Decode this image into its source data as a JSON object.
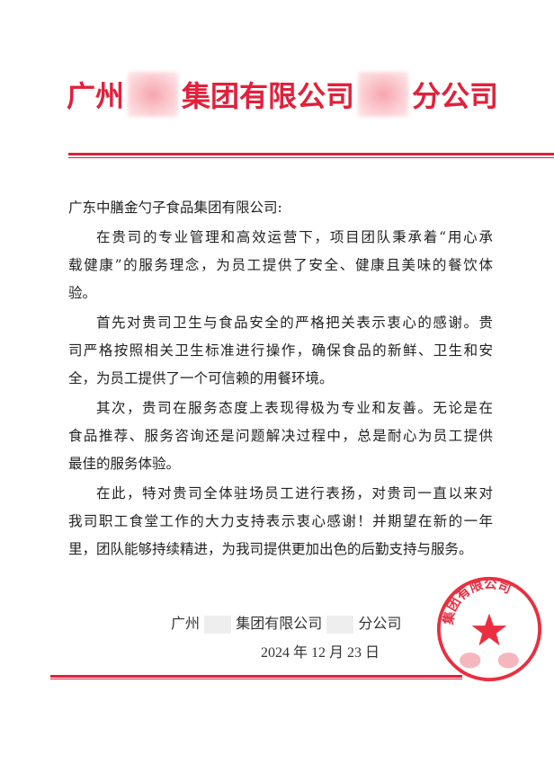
{
  "letterhead": {
    "part1": "广州",
    "part2": "集团有限公司",
    "part3": "分公司",
    "color": "#e3203b"
  },
  "greeting": "广东中膳金勺子食品集团有限公司:",
  "paragraphs": [
    [
      "在贵司的专业管理和高效运营下，项目团队秉承着“用心承",
      "载健康”的服务理念，为员工提供了安全、健康且美味的餐饮体",
      "验。"
    ],
    [
      "首先对贵司卫生与食品安全的严格把关表示衷心的感谢。贵",
      "司严格按照相关卫生标准进行操作，确保食品的新鲜、卫生和安",
      "全，为员工提供了一个可信赖的用餐环境。"
    ],
    [
      "其次，贵司在服务态度上表现得极为专业和友善。无论是在",
      "食品推荐、服务咨询还是问题解决过程中，总是耐心为员工提供",
      "最佳的服务体验。"
    ],
    [
      "在此，特对贵司全体驻场员工进行表扬，对贵司一直以来对",
      "我司职工食堂工作的大力支持表示衷心感谢！并期望在新的一年",
      "里，团队能够持续精进，为我司提供更加出色的后勤支持与服务。"
    ]
  ],
  "signature": {
    "part1": "广州",
    "part2": "集团有限公司",
    "part3": "分公司"
  },
  "date": "2024 年 12 月 23 日",
  "stamp": {
    "text": "集团有限公司"
  }
}
